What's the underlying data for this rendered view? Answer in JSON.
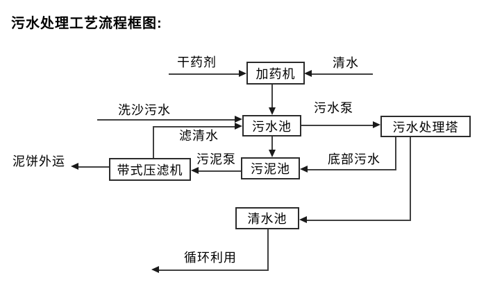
{
  "title": "污水处理工艺流程框图:",
  "diagram": {
    "nodes": {
      "dosing_machine": {
        "label": "加药机"
      },
      "sewage_pool": {
        "label": "污水池"
      },
      "treatment_tower": {
        "label": "污水处理塔"
      },
      "sludge_pool": {
        "label": "污泥池"
      },
      "belt_filter_press": {
        "label": "带式压滤机"
      },
      "clean_water_pool": {
        "label": "清水池"
      }
    },
    "flow_labels": {
      "dry_agent": "干药剂",
      "clean_water": "清水",
      "sand_washing_sewage": "洗沙污水",
      "filtered_clean_water": "滤清水",
      "sewage_pump": "污水泵",
      "bottom_sewage": "底部污水",
      "sludge_pump": "污泥泵",
      "mud_cake_transport": "泥饼外运",
      "recycling_use": "循环利用"
    },
    "colors": {
      "line": "#3f3f3f",
      "arrowhead": "#1a1a1a",
      "box_border": "#2b2b2b",
      "text": "#000000",
      "background": "#ffffff"
    }
  }
}
